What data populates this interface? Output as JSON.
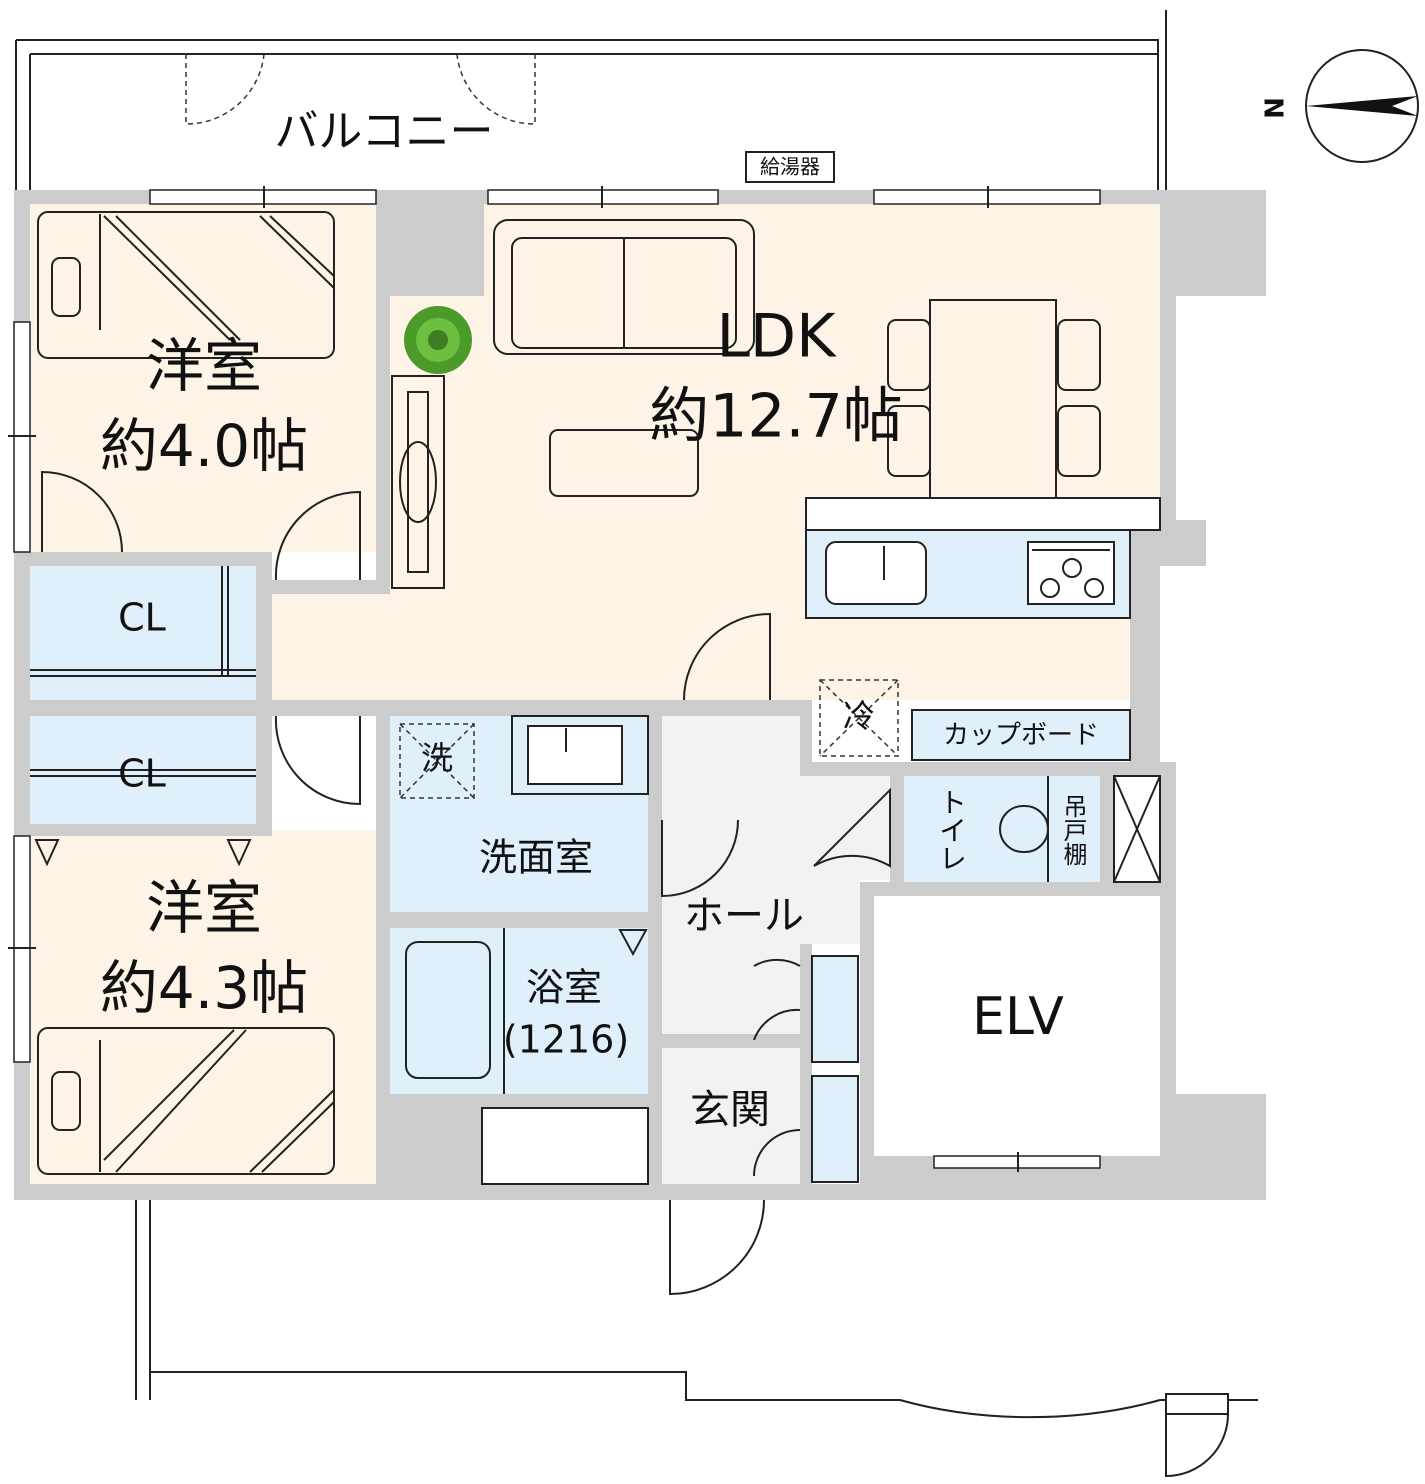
{
  "rooms": {
    "balcony": "バルコニー",
    "water_heater": "給湯器",
    "western1_name": "洋室",
    "western1_size": "約4.0帖",
    "western2_name": "洋室",
    "western2_size": "約4.3帖",
    "closet1": "CL",
    "closet2": "CL",
    "ldk_name": "LDK",
    "ldk_size": "約12.7帖",
    "fridge": "冷",
    "cupboard": "カップボード",
    "washroom": "洗面室",
    "washer": "洗",
    "bath_name": "浴室",
    "bath_size": "(1216)",
    "toilet": "トイレ",
    "hanging_shelf": "吊戸棚",
    "hall": "ホール",
    "entrance": "玄関",
    "elevator": "ELV"
  },
  "compass": {
    "label": "N"
  },
  "colors": {
    "wall": "#cccccc",
    "living_fill": "#fdf3e6",
    "wet_fill": "#e0f0fb",
    "hall_fill": "#f2f2f2",
    "plant": "#4c9a2a"
  }
}
